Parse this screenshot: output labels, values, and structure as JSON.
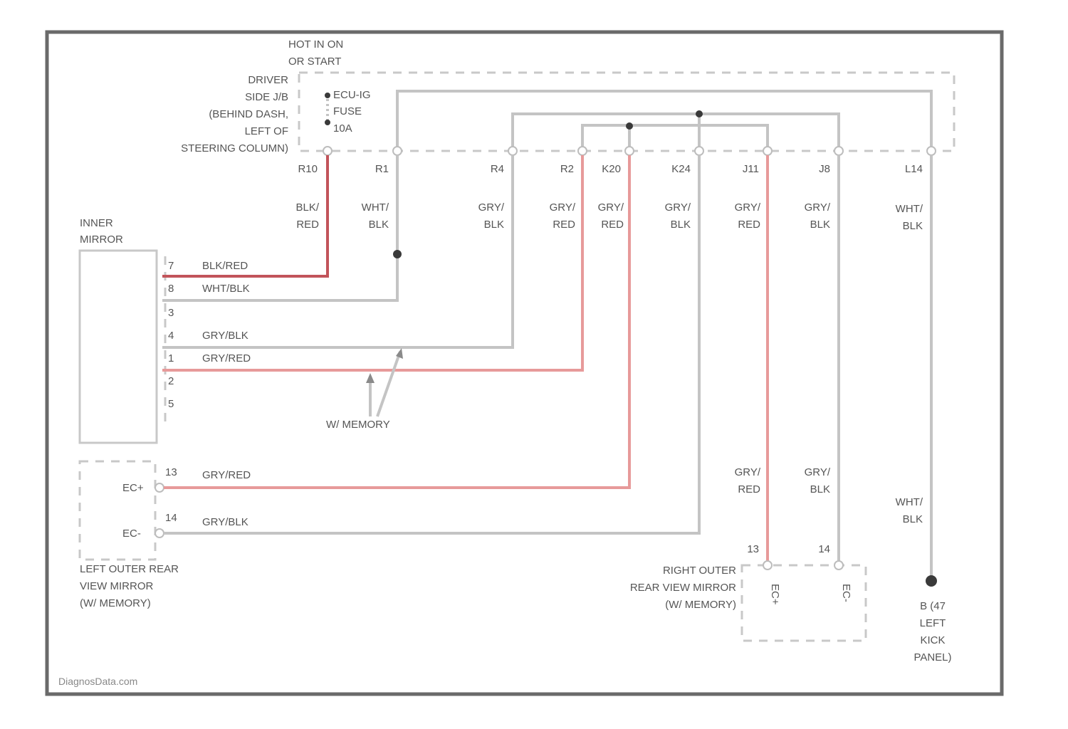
{
  "power": {
    "line1": "HOT IN ON",
    "line2": "OR START"
  },
  "junction_block": {
    "lines": [
      "DRIVER",
      "SIDE J/B",
      "(BEHIND DASH,",
      "LEFT OF",
      "STEERING COLUMN)"
    ]
  },
  "fuse": {
    "lines": [
      "ECU-IG",
      "FUSE",
      "10A"
    ]
  },
  "pins": [
    "R10",
    "R1",
    "R4",
    "R2",
    "K20",
    "K24",
    "J11",
    "J8",
    "L14"
  ],
  "wire_colors_top": [
    [
      "BLK/",
      "RED"
    ],
    [
      "WHT/",
      "BLK"
    ],
    [
      "GRY/",
      "BLK"
    ],
    [
      "GRY/",
      "RED"
    ],
    [
      "GRY/",
      "RED"
    ],
    [
      "GRY/",
      "BLK"
    ],
    [
      "GRY/",
      "RED"
    ],
    [
      "GRY/",
      "BLK"
    ],
    [
      "WHT/",
      "BLK"
    ]
  ],
  "inner_mirror": {
    "title": [
      "INNER",
      "MIRROR"
    ],
    "pins": [
      {
        "num": "7",
        "wire": "BLK/RED"
      },
      {
        "num": "8",
        "wire": "WHT/BLK"
      },
      {
        "num": "3",
        "wire": ""
      },
      {
        "num": "4",
        "wire": "GRY/BLK"
      },
      {
        "num": "1",
        "wire": "GRY/RED"
      },
      {
        "num": "2",
        "wire": ""
      },
      {
        "num": "5",
        "wire": ""
      }
    ]
  },
  "memory_note": "W/ MEMORY",
  "left_mirror": {
    "pins": [
      {
        "num": "13",
        "code": "EC+",
        "wire": "GRY/RED"
      },
      {
        "num": "14",
        "code": "EC-",
        "wire": "GRY/BLK"
      }
    ],
    "label": [
      "LEFT OUTER REAR",
      "VIEW MIRROR",
      "(W/ MEMORY)"
    ]
  },
  "right_mirror": {
    "wire_labels": [
      [
        "GRY/",
        "RED"
      ],
      [
        "GRY/",
        "BLK"
      ]
    ],
    "pins": [
      "13",
      "14"
    ],
    "codes": [
      "EC+",
      "EC-"
    ],
    "label": [
      "RIGHT OUTER",
      "REAR VIEW MIRROR",
      "(W/ MEMORY)"
    ]
  },
  "ground": {
    "wire": [
      "WHT/",
      "BLK"
    ],
    "label": [
      "B (47",
      "LEFT",
      "KICK",
      "PANEL)"
    ]
  },
  "watermark": "DiagnosData.com",
  "colors": {
    "frame": "#6a6a6a",
    "grey_wire": "#c4c4c4",
    "red_wire": "#e79a9a",
    "dark_red_wire": "#c2545a"
  }
}
